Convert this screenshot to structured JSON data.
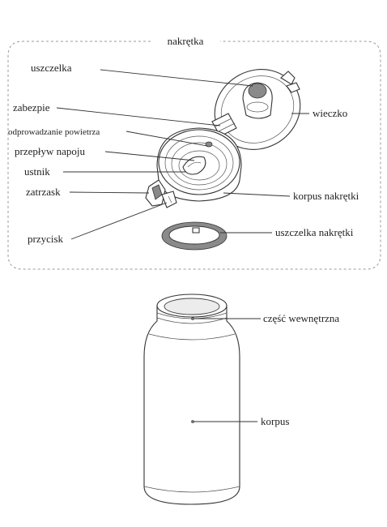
{
  "title": "nakrętka",
  "labels": {
    "uszczelka": "uszczelka",
    "zabezpie": "zabezpie",
    "odprowadzanie": "odprowadzanie powietrza",
    "przeplyw": "przepływ napoju",
    "ustnik": "ustnik",
    "zatrzask": "zatrzask",
    "przycisk": "przycisk",
    "wieczko": "wieczko",
    "korpus_nakretki": "korpus nakrętki",
    "uszczelka_nakretki": "uszczelka nakrętki",
    "czesc_wewnetrzna": "część wewnętrzna",
    "korpus": "korpus"
  }
}
